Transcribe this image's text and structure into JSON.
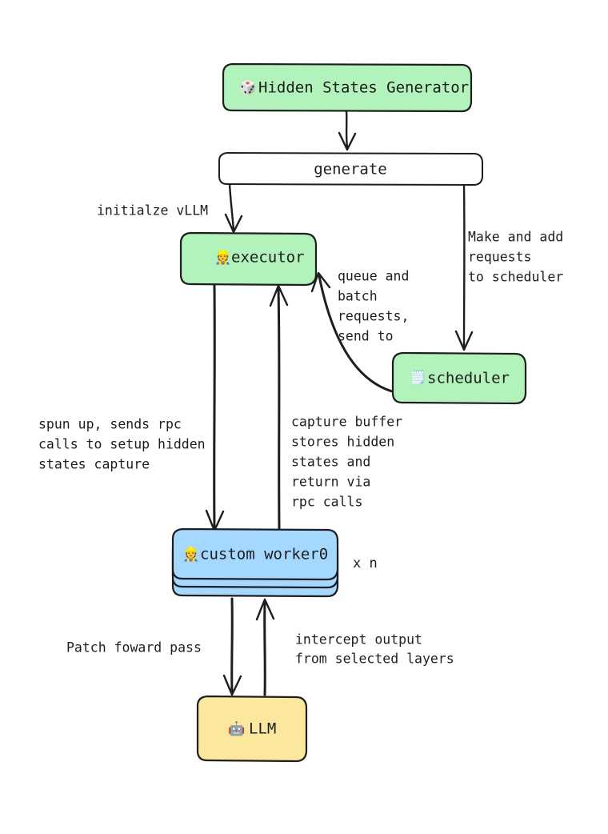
{
  "diagram": {
    "title": "Hidden States Generator vLLM architecture flow",
    "background": "#ffffff",
    "stroke_color": "#1e1e1e",
    "colors": {
      "green_fill": "#b2f2bb",
      "blue_fill": "#a5d8ff",
      "yellow_fill": "#fbe89c",
      "white_fill": "#ffffff",
      "stroke": "#1e1e1e"
    }
  },
  "nodes": {
    "hidden_states_generator": {
      "label": "Hidden States Generator",
      "icon": "game-die-emoji",
      "icon_glyph": "🎲",
      "fill": "#b2f2bb",
      "shape": "rounded-rect"
    },
    "generate": {
      "label": "generate",
      "icon": "",
      "icon_glyph": "",
      "fill": "#ffffff",
      "shape": "rounded-rect"
    },
    "executor": {
      "label": "executor",
      "icon": "worker-emoji",
      "icon_glyph": "👷",
      "fill": "#b2f2bb",
      "shape": "rounded-rect"
    },
    "scheduler": {
      "label": "scheduler",
      "icon": "spiral-notepad-emoji",
      "icon_glyph": "🗒️",
      "fill": "#b2f2bb",
      "shape": "rounded-rect"
    },
    "custom_worker": {
      "label": "custom worker0",
      "icon": "construction-worker-emoji",
      "icon_glyph": "👷",
      "fill": "#a5d8ff",
      "shape": "stacked-rounded-rect",
      "multiplier": "x n"
    },
    "llm": {
      "label": "LLM",
      "icon": "robot-emoji",
      "icon_glyph": "🤖",
      "fill": "#fbe89c",
      "shape": "rounded-rect"
    }
  },
  "edge_labels": {
    "initialize_vllm": [
      "initialze vLLM"
    ],
    "make_and_add_requests": [
      "Make and add",
      "requests",
      "to scheduler"
    ],
    "queue_and_batch": [
      "queue and",
      "batch",
      "requests,",
      "send to"
    ],
    "spun_up_rpc": [
      "spun up, sends rpc",
      "calls to setup hidden",
      "states capture"
    ],
    "capture_buffer": [
      "capture buffer",
      "stores hidden",
      "states and",
      "return via",
      "rpc calls"
    ],
    "patch_forward_pass": [
      "Patch foward pass"
    ],
    "intercept_output": [
      "intercept output",
      "from selected layers"
    ]
  },
  "edges": [
    {
      "from": "hidden_states_generator",
      "to": "generate",
      "label_key": ""
    },
    {
      "from": "generate",
      "to": "executor",
      "label_key": "initialize_vllm"
    },
    {
      "from": "generate",
      "to": "scheduler",
      "label_key": "make_and_add_requests"
    },
    {
      "from": "scheduler",
      "to": "executor",
      "label_key": "queue_and_batch"
    },
    {
      "from": "executor",
      "to": "custom_worker",
      "label_key": "spun_up_rpc"
    },
    {
      "from": "custom_worker",
      "to": "executor",
      "label_key": "capture_buffer"
    },
    {
      "from": "custom_worker",
      "to": "llm",
      "label_key": "patch_forward_pass"
    },
    {
      "from": "llm",
      "to": "custom_worker",
      "label_key": "intercept_output"
    }
  ]
}
